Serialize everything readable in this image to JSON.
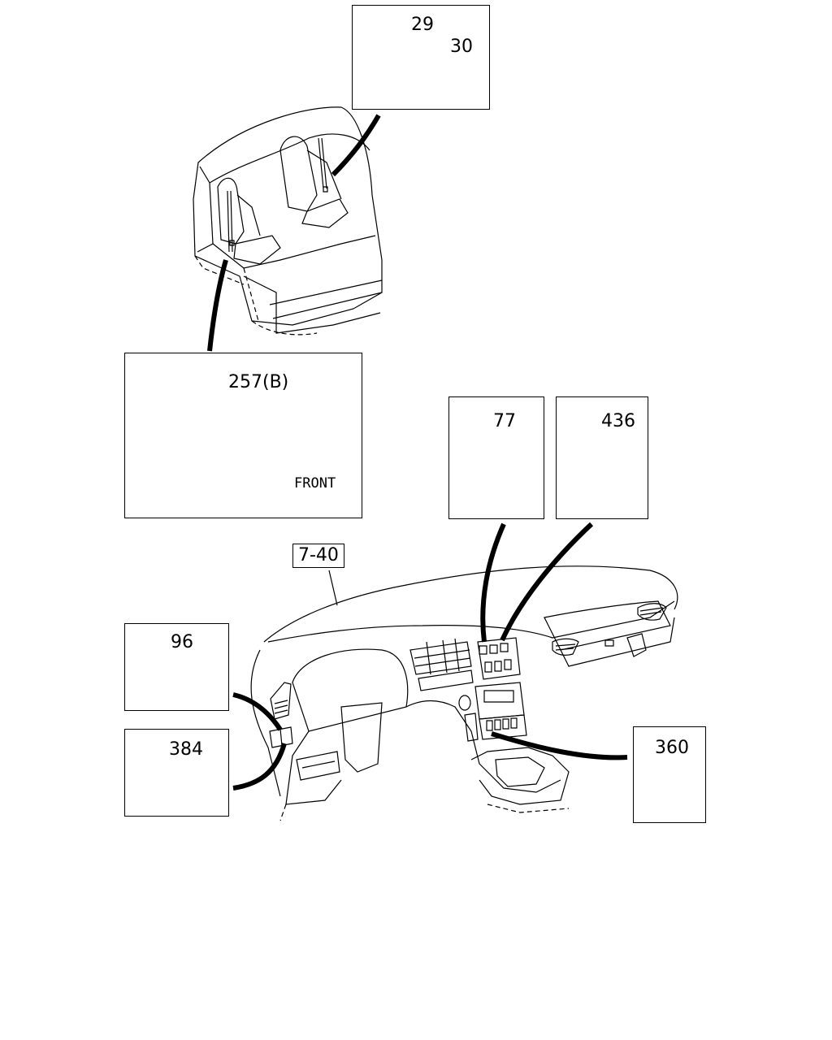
{
  "parts": {
    "p29": "29",
    "p30": "30",
    "p257": "257(B)",
    "front": "FRONT",
    "p77": "77",
    "p436": "436",
    "ref": "7-40",
    "p96": "96",
    "p384": "384",
    "p360": "360"
  }
}
